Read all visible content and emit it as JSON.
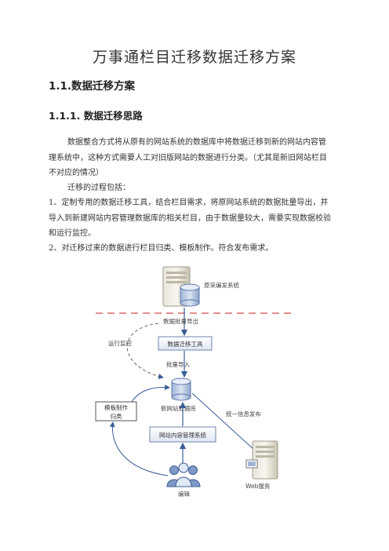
{
  "doc": {
    "title": "万事通栏目迁移数据迁移方案",
    "section": "1.1.数据迁移方案",
    "subsection": "1.1.1. 数据迁移思路",
    "p1": "数据整合方式将从原有的网站系统的数据库中将数据迁移到新的网站内容管理系统中，这种方式需要人工对旧版网站的数据进行分类。（尤其是新旧网站栏目不对应的情况）",
    "p2": "迁移的过程包括：",
    "p3": "1、定制专用的数据迁移工具，结合栏目需求，将原网站系统的数据批量导出，并导入到新建网站内容管理数据库的相关栏目，由于数据量较大，需要实现数据校验和运行监控。",
    "p4": "2、对迁移过来的数据进行栏目归类、模板制作。符合发布需求。"
  },
  "diagram": {
    "old_system": "原采编发系统",
    "batch_export": "数据批量导出",
    "monitor": "运行监控",
    "tool": "数据迁移工具",
    "batch_import": "批量导入",
    "template_line1": "模板制作",
    "template_line2": "归类",
    "new_db": "新网站数据库",
    "publish": "统一信息发布",
    "cms": "网站内容管理系统",
    "web": "Web服务",
    "editor": "编辑"
  }
}
